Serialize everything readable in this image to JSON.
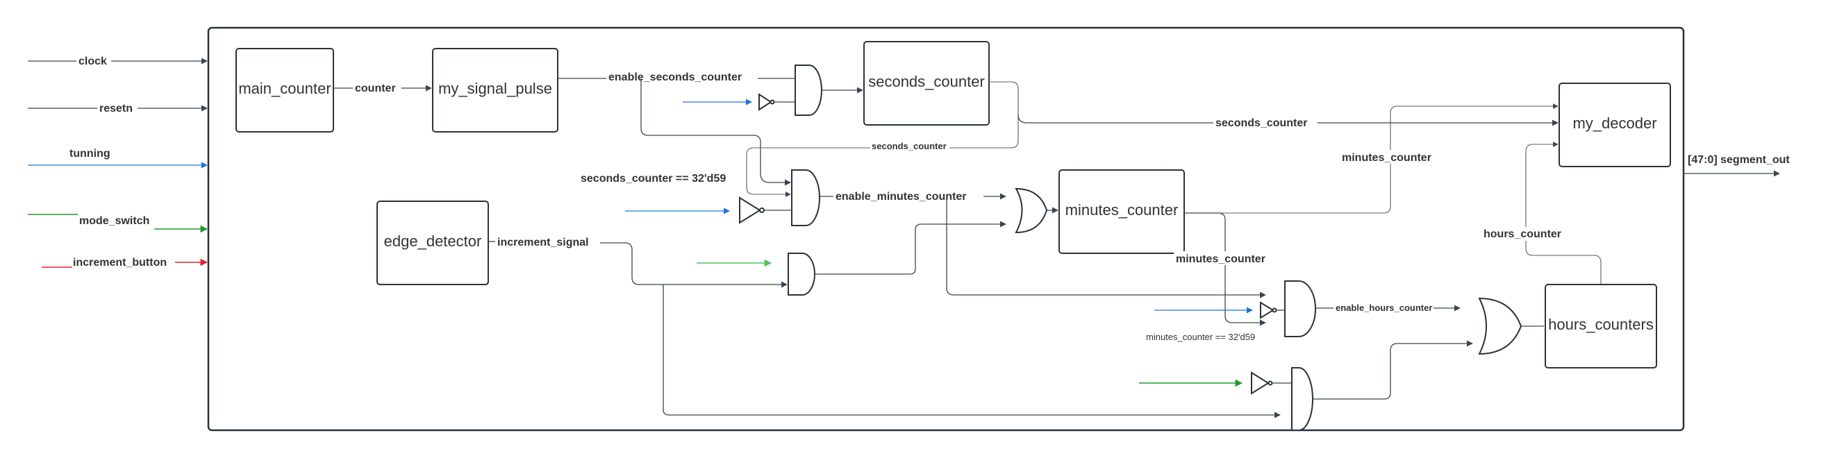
{
  "colors": {
    "blue": "#1a73d9",
    "green": "#1f9a2a",
    "light_green": "#52c05a",
    "red": "#e0252a",
    "dark": "#3c4452"
  },
  "inputs": {
    "clock": "clock",
    "resetn": "resetn",
    "tunning": "tunning",
    "mode_switch": "mode_switch",
    "increment_button": "increment_button"
  },
  "blocks": {
    "main_counter": "main_counter",
    "my_signal_pulse": "my_signal_pulse",
    "seconds_counter": "seconds_counter",
    "edge_detector": "edge_detector",
    "minutes_counter": "minutes_counter",
    "my_decoder": "my_decoder",
    "hours_counters": "hours_counters"
  },
  "signals": {
    "counter": "counter",
    "enable_seconds_counter": "enable_seconds_counter",
    "seconds_counter_feedback": "seconds_counter",
    "seconds_counter_cmp": "seconds_counter == 32'd59",
    "enable_minutes_counter": "enable_minutes_counter",
    "seconds_counter_to_decoder": "seconds_counter",
    "minutes_counter_to_decoder": "minutes_counter",
    "increment_signal": "increment_signal",
    "minutes_counter_feedback": "minutes_counter",
    "enable_hours_counter": "enable_hours_counter",
    "minutes_counter_cmp": "minutes_counter == 32'd59",
    "hours_counter": "hours_counter",
    "segment_out": "[47:0] segment_out"
  }
}
